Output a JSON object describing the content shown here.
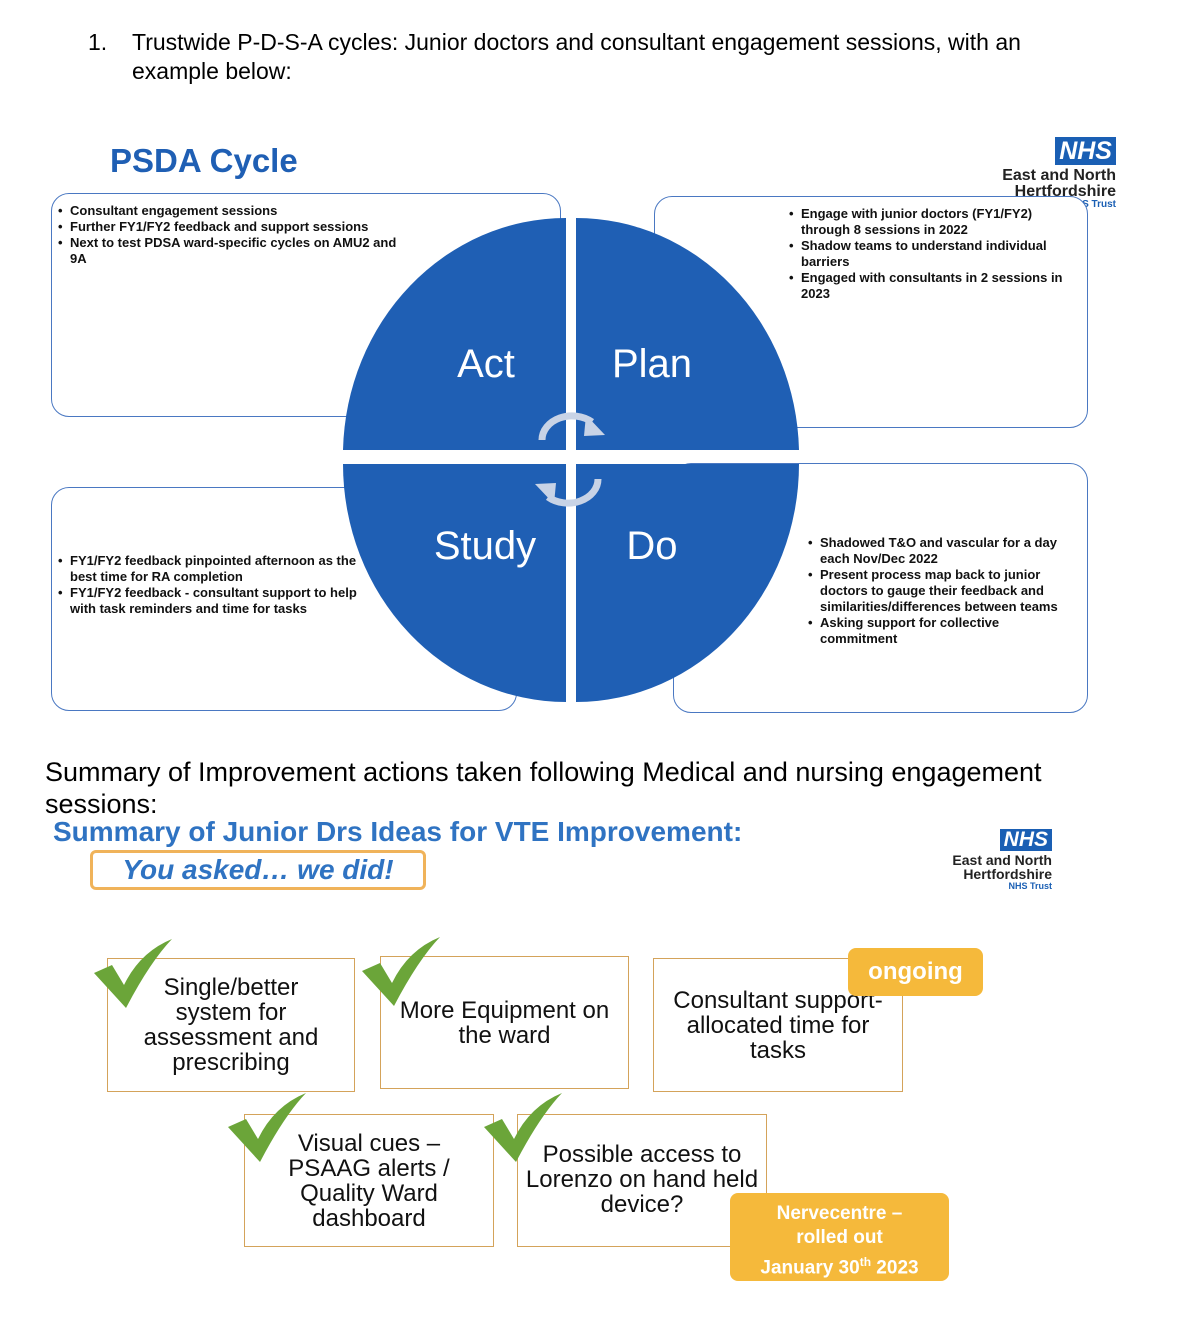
{
  "heading": {
    "number": "1.",
    "text": "Trustwide P-D-S-A cycles: Junior doctors and consultant engagement sessions, with an example below:"
  },
  "psda": {
    "title": "PSDA Cycle",
    "logo": {
      "badge": "NHS",
      "name_line1": "East and North",
      "name_line2": "Hertfordshire",
      "trust": "NHS Trust"
    },
    "act_notes": [
      "Consultant engagement sessions",
      "Further FY1/FY2 feedback and support sessions",
      "Next to test PDSA ward-specific cycles on AMU2 and 9A"
    ],
    "plan_notes": [
      "Engage with junior doctors (FY1/FY2) through 8 sessions in 2022",
      "Shadow teams to understand individual barriers",
      "Engaged with consultants in 2 sessions in 2023"
    ],
    "study_notes": [
      "FY1/FY2 feedback pinpointed  afternoon as the best time for RA completion",
      "FY1/FY2 feedback - consultant support to help with task reminders and time for tasks"
    ],
    "do_notes": [
      "Shadowed T&O and vascular for a day each Nov/Dec 2022",
      "Present process map back to junior doctors to gauge their feedback and similarities/differences between teams",
      "Asking support for collective commitment"
    ],
    "quadrants": {
      "act": "Act",
      "plan": "Plan",
      "study": "Study",
      "do": "Do"
    },
    "circle_color": "#1f5fb4"
  },
  "summary_heading": "Summary of Improvement actions taken following Medical and nursing engagement sessions:",
  "junior": {
    "title": "Summary of Junior Drs Ideas for VTE Improvement:",
    "subtitle": "You asked… we did!",
    "logo": {
      "badge": "NHS",
      "name_line1": "East and North",
      "name_line2": "Hertfordshire",
      "trust": "NHS Trust"
    },
    "ideas": [
      {
        "text": "Single/better system for assessment and prescribing",
        "status": "done"
      },
      {
        "text": "More Equipment on the ward",
        "status": "done"
      },
      {
        "text": "Consultant support- allocated time for tasks",
        "status": "ongoing"
      },
      {
        "text": "Visual cues – PSAAG  alerts / Quality Ward dashboard",
        "status": "done"
      },
      {
        "text": "Possible access to Lorenzo on hand held device?",
        "status": "done"
      }
    ],
    "ongoing_tag": "ongoing",
    "nervecentre_tag": {
      "line1": "Nervecentre –",
      "line2": "rolled out",
      "line3_pre": "January 30",
      "line3_sup": "th",
      "line3_post": " 2023"
    },
    "tick_color": "#6ba539",
    "tag_color": "#f5b93b",
    "accent_color": "#2f73c2"
  }
}
